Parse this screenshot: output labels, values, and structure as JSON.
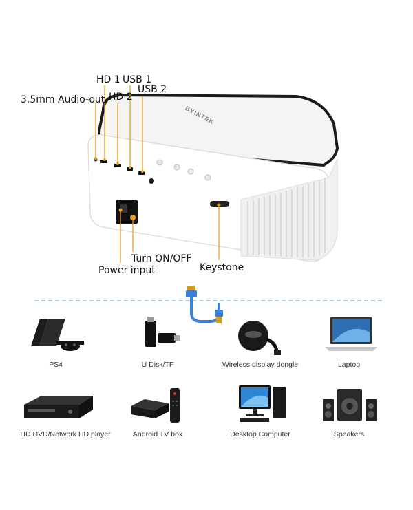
{
  "projector": {
    "brand": "BYINTEK"
  },
  "callouts": {
    "hd1": "HD 1",
    "usb1": "USB 1",
    "hd2": "HD 2",
    "usb2": "USB 2",
    "audio_out": "3.5mm Audio-out",
    "turn_on_off": "Turn ON/OFF",
    "power_input": "Power input",
    "keystone": "Keystone"
  },
  "devices": [
    {
      "label": "PS4",
      "icon": "ps4-console-icon"
    },
    {
      "label": "U Disk/TF",
      "icon": "usb-drive-icon"
    },
    {
      "label": "Wireless display dongle",
      "icon": "display-dongle-icon"
    },
    {
      "label": "Laptop",
      "icon": "laptop-icon"
    },
    {
      "label": "HD DVD/Network HD player",
      "icon": "dvd-player-icon"
    },
    {
      "label": "Android TV box",
      "icon": "tv-box-icon"
    },
    {
      "label": "Desktop Computer",
      "icon": "desktop-computer-icon"
    },
    {
      "label": "Speakers",
      "icon": "speakers-icon"
    }
  ],
  "colors": {
    "callout_line": "#e8a020",
    "dashed_divider": "#a9cfe0",
    "hdmi_cable": "#3a7fd5"
  }
}
